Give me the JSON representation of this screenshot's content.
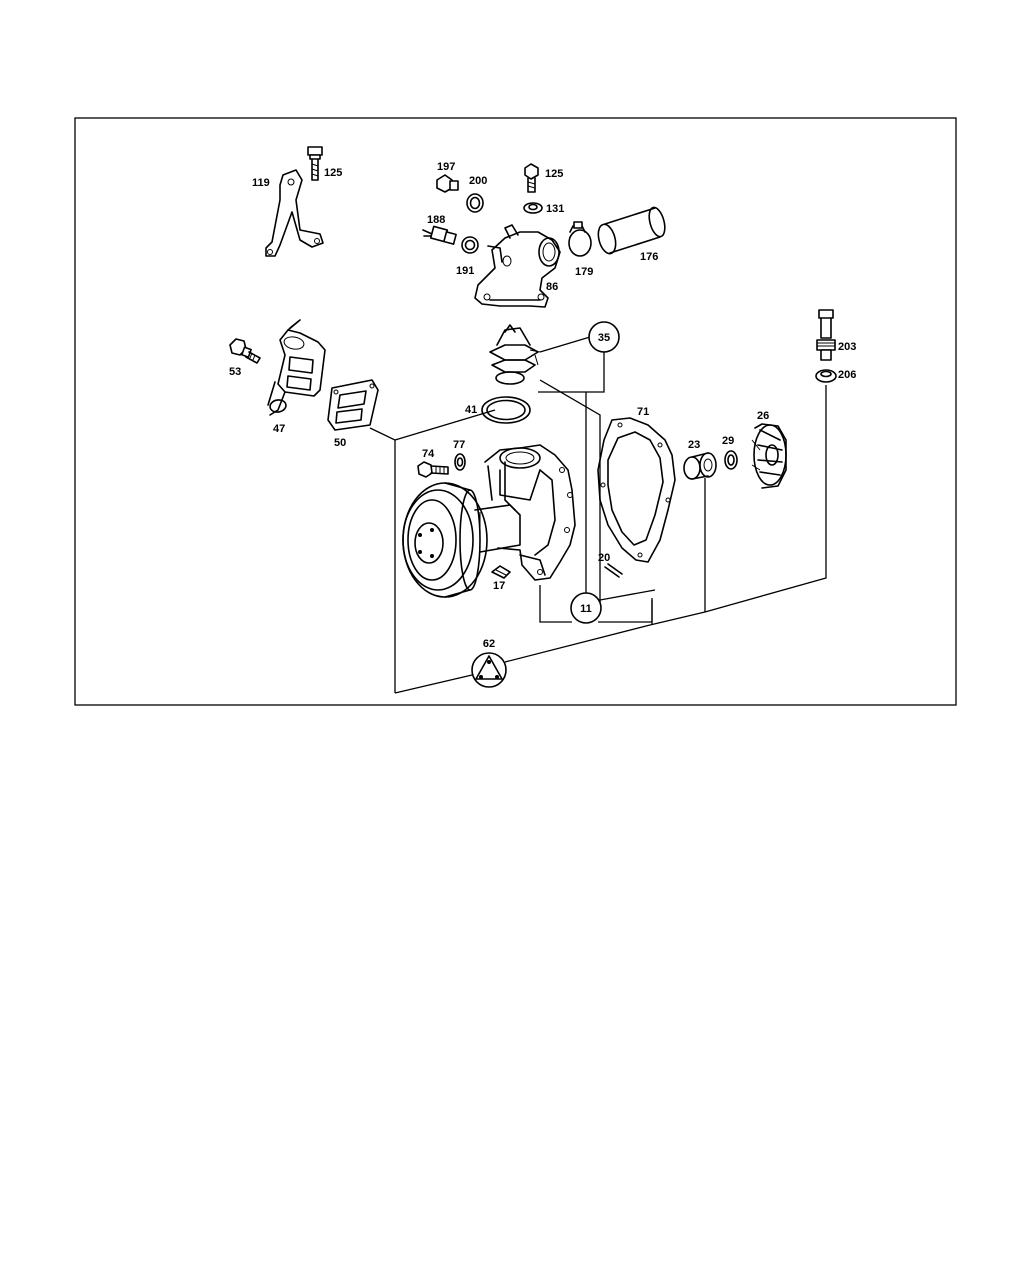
{
  "callouts": {
    "c11": "11",
    "c35": "35",
    "c62": "62"
  },
  "labels": {
    "p119": "119",
    "p125a": "125",
    "p197": "197",
    "p200": "200",
    "p125b": "125",
    "p131": "131",
    "p188": "188",
    "p191": "191",
    "p179": "179",
    "p176": "176",
    "p86": "86",
    "p53": "53",
    "p47": "47",
    "p50": "50",
    "p41": "41",
    "p203": "203",
    "p206": "206",
    "p71": "71",
    "p26": "26",
    "p23": "23",
    "p29": "29",
    "p74": "74",
    "p77": "77",
    "p20": "20",
    "p17": "17"
  }
}
